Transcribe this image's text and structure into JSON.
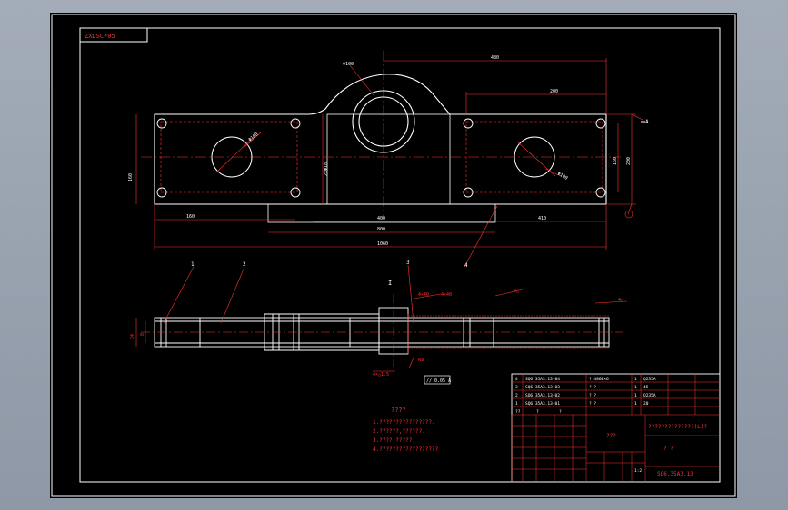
{
  "drawing": {
    "stamp": "ZXDSC*05",
    "title_block": {
      "bom_rows": [
        {
          "no": "4",
          "code": "SQ6.35A3.13-04",
          "name": "? 4860×6",
          "qty": "1",
          "mat": "Q235A"
        },
        {
          "no": "3",
          "code": "SQ6.35A3.13-03",
          "name": "? ?",
          "qty": "1",
          "mat": "45"
        },
        {
          "no": "2",
          "code": "SQ6.35A3.13-02",
          "name": "? ?",
          "qty": "1",
          "mat": "Q235A"
        },
        {
          "no": "1",
          "code": "SQ6.35A3.13-01",
          "name": "? ?",
          "qty": "1",
          "mat": "20"
        }
      ],
      "header_marks": [
        "??",
        "?",
        "?"
      ],
      "product_name": "??????????????(L)?",
      "mark_center": "???",
      "part_name": "? ?",
      "drawing_no": "SQ6.35A3.13",
      "scale": "1:2"
    },
    "notes": {
      "heading": "????",
      "lines": [
        "1.????????????????.",
        "2.??????,??????.",
        "3.????,?????.",
        "4.??????????????????"
      ]
    },
    "plan_view": {
      "dims": {
        "top_overall": "480",
        "top_right": "200",
        "bottom_left": "160",
        "bottom_mid": "400",
        "bottom_right": "410",
        "overall_mid": "800",
        "overall": "1060",
        "height_left": "160",
        "height_center": "2×Φ18",
        "height_right": "160",
        "height_right_outer": "200",
        "bore": "Φ100",
        "hole_left": "Φ100",
        "hole_right": "Φ100"
      },
      "section_mark": "A"
    },
    "section_view": {
      "balloons": [
        "1",
        "2",
        "3",
        "4"
      ],
      "weld_notes": [
        "4×40",
        "4×40",
        "4△",
        "4△"
      ],
      "left_dim": "24",
      "side_dim": "8",
      "rough_mark": "Ra",
      "tol_box": "// 0.05 A",
      "bottom_note": "4×△1.5"
    }
  }
}
